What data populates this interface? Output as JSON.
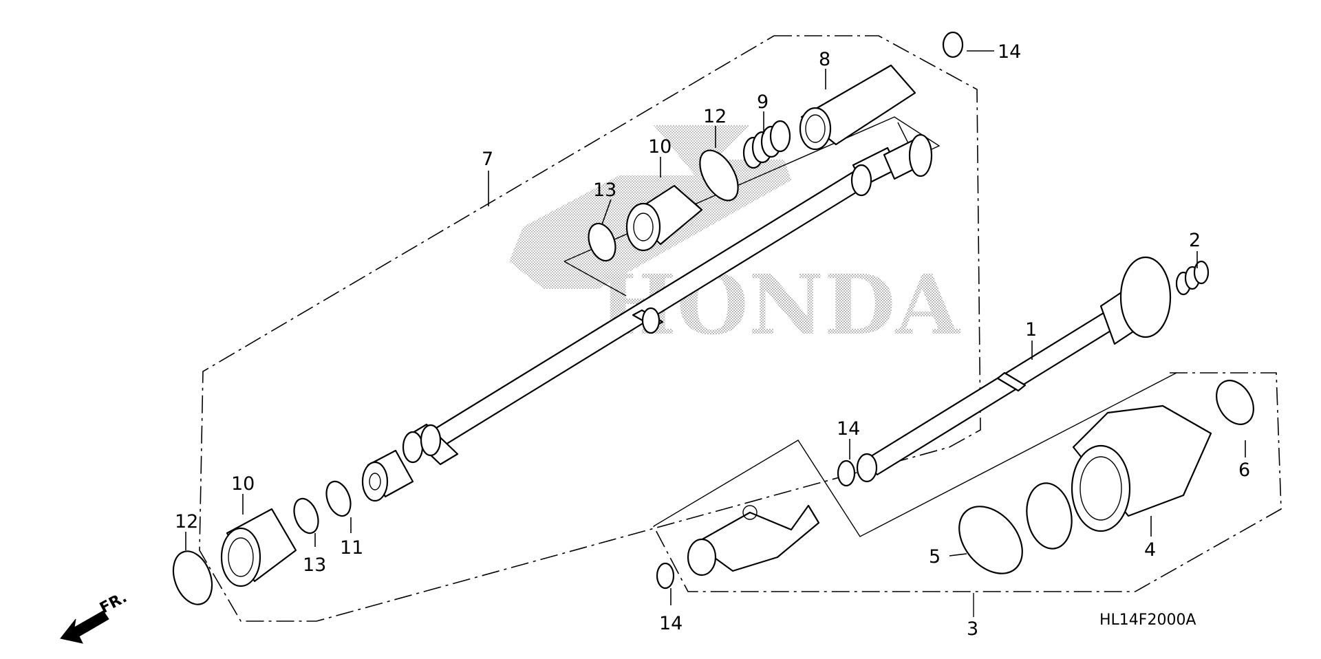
{
  "diagram_code": "HL14F2000A",
  "watermark": "HONDA",
  "front_marker": "FR.",
  "callouts": {
    "c1": "1",
    "c2": "2",
    "c3": "3",
    "c4": "4",
    "c5": "5",
    "c6": "6",
    "c7": "7",
    "c8": "8",
    "c9": "9",
    "c10_top": "10",
    "c10_bottom": "10",
    "c11": "11",
    "c12_top": "12",
    "c12_left": "12",
    "c13_top": "13",
    "c13_bottom": "13",
    "c14_top": "14",
    "c14_mid": "14",
    "c14_bottom": "14"
  }
}
